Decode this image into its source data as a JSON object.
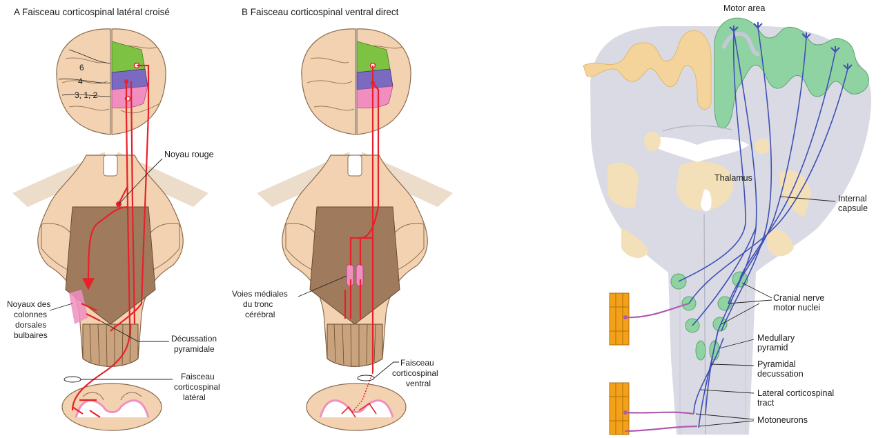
{
  "panel_a": {
    "title": "A  Faisceau corticospinal latéral croisé",
    "labels": {
      "area6": "6",
      "area4": "4",
      "area312": "3, 1, 2",
      "noyau_rouge": "Noyau rouge",
      "noyaux_l1": "Noyaux des",
      "noyaux_l2": "colonnes",
      "noyaux_l3": "dorsales",
      "noyaux_l4": "bulbaires",
      "decussation_l1": "Décussation",
      "decussation_l2": "pyramidale",
      "faisceau_l1": "Faisceau",
      "faisceau_l2": "corticospinal",
      "faisceau_l3": "latéral"
    }
  },
  "panel_b": {
    "title": "B  Faisceau corticospinal ventral direct",
    "labels": {
      "voies_l1": "Voies médiales",
      "voies_l2": "du tronc",
      "voies_l3": "cérébral",
      "faisceau_l1": "Faisceau",
      "faisceau_l2": "corticospinal",
      "faisceau_l3": "ventral"
    }
  },
  "panel_c": {
    "labels": {
      "motor_area": "Motor area",
      "thalamus": "Thalamus",
      "internal_l1": "Internal",
      "internal_l2": "capsule",
      "cranial_l1": "Cranial nerve",
      "cranial_l2": "motor nuclei",
      "medullary_l1": "Medullary",
      "medullary_l2": "pyramid",
      "pyramidal_l1": "Pyramidal",
      "pyramidal_l2": "decussation",
      "lateral_l1": "Lateral corticospinal",
      "lateral_l2": "tract",
      "motoneurons": "Motoneurons"
    }
  },
  "colors": {
    "brain_tan": "#f2d2b0",
    "brainstem_dark": "#a07a5c",
    "red_tract": "#e8202a",
    "green_area": "#7dc242",
    "purple_area": "#7a6ac0",
    "pink_area": "#f08ec0",
    "gray_matter": "#d9dae3",
    "cortex_tan": "#f4d49a",
    "cortex_green": "#8fd3a2",
    "blue_tract": "#3e4fb6",
    "muscle_orange": "#f4a11a",
    "nerve_purple": "#b05ab0"
  }
}
